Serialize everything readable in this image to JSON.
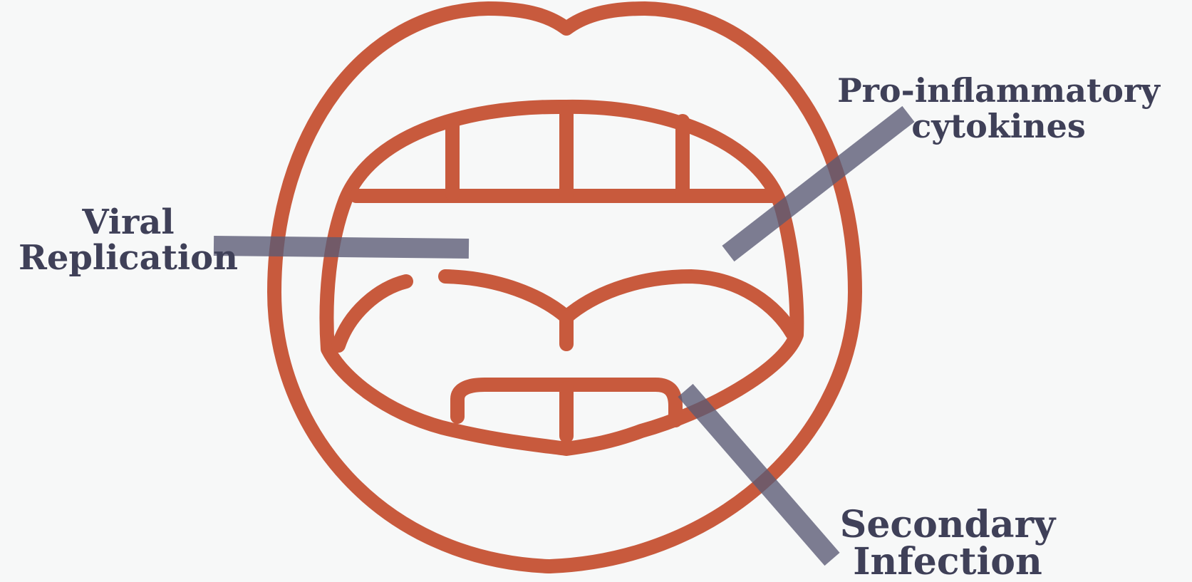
{
  "colors": {
    "background": "#f7f8f8",
    "mouth_outline": "#c85a3d",
    "pointer": "#5a5a75",
    "label_text": "#3f4058"
  },
  "labels": {
    "viral_replication": {
      "line1": "Viral",
      "line2": "Replication"
    },
    "cytokines": {
      "line1": "Pro-inflammatory",
      "line2": "cytokines"
    },
    "secondary_infection": {
      "line1": "Secondary",
      "line2": "Infection"
    }
  }
}
